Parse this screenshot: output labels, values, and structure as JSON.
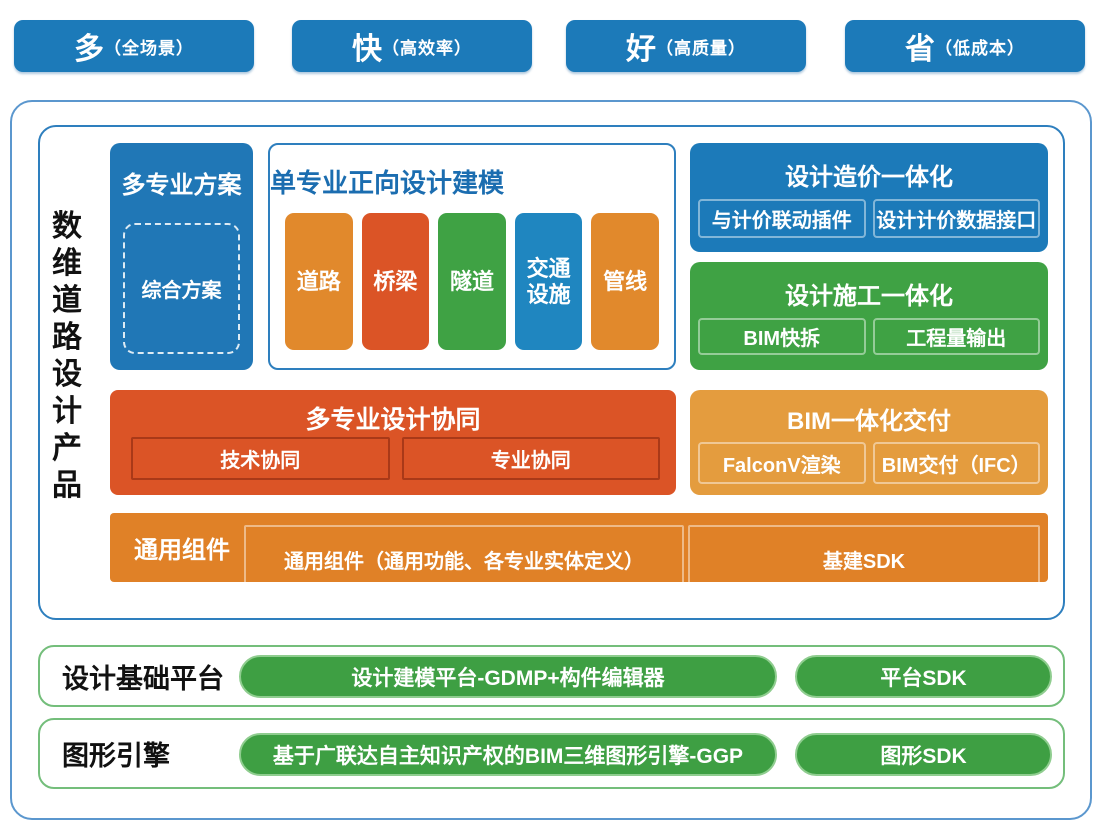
{
  "top_badges": [
    {
      "big": "多",
      "note": "（全场景）"
    },
    {
      "big": "快",
      "note": "（高效率）"
    },
    {
      "big": "好",
      "note": "（高质量）"
    },
    {
      "big": "省",
      "note": "（低成本）"
    }
  ],
  "product": {
    "title_vertical": "数维道路设计产品",
    "multi_scheme": {
      "title": "多专业方案",
      "item": "综合方案"
    },
    "single_modeling": {
      "title": "单专业正向设计建模",
      "items": [
        {
          "label": "道路",
          "color": "#e1892c"
        },
        {
          "label": "桥梁",
          "color": "#db5426"
        },
        {
          "label": "隧道",
          "color": "#3fa244"
        },
        {
          "label": "交通设施",
          "color": "#1f86c0"
        },
        {
          "label": "管线",
          "color": "#e1892c"
        }
      ]
    },
    "cost": {
      "title": "设计造价一体化",
      "items": [
        "与计价联动插件",
        "设计计价数据接口"
      ]
    },
    "construction": {
      "title": "设计施工一体化",
      "items": [
        "BIM快拆",
        "工程量输出"
      ]
    },
    "collaboration": {
      "title": "多专业设计协同",
      "items": [
        "技术协同",
        "专业协同"
      ]
    },
    "delivery": {
      "title": "BIM一体化交付",
      "items": [
        "FalconV渲染",
        "BIM交付（IFC）"
      ]
    },
    "common": {
      "label": "通用组件",
      "items": [
        "通用组件（通用功能、各专业实体定义）",
        "基建SDK"
      ]
    }
  },
  "platform_rows": [
    {
      "label": "设计基础平台",
      "pills": [
        "设计建模平台-GDMP+构件编辑器",
        "平台SDK"
      ]
    },
    {
      "label": "图形引擎",
      "pills": [
        "基于广联达自主知识产权的BIM三维图形引擎-GGP",
        "图形SDK"
      ]
    }
  ],
  "colors": {
    "blue": "#1c7ab9",
    "blue_bright": "#1f86c0",
    "title_blue": "#1b6db0",
    "orange": "#e1892c",
    "orange_light": "#e49c3e",
    "orange_deep": "#e08127",
    "red_orange": "#db5426",
    "green": "#3fa244",
    "pill_green": "#3e9f43",
    "pill_border_green": "#8fcd8f",
    "frame_blue_outer": "#5b97ce",
    "frame_blue_inner": "#2e7fbe",
    "frame_green": "#74be7b"
  }
}
